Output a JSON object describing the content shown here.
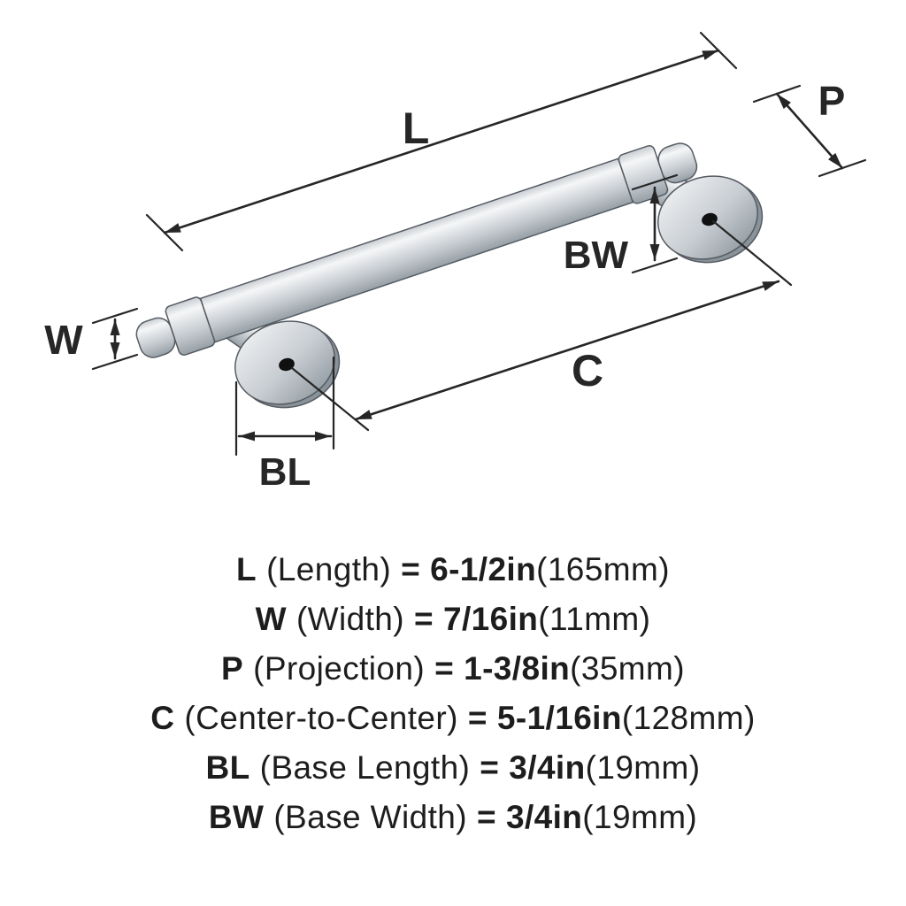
{
  "diagram": {
    "labels": {
      "length": "L",
      "width": "W",
      "projection": "P",
      "center": "C",
      "base_length": "BL",
      "base_width": "BW"
    },
    "colors": {
      "line": "#262626",
      "outline": "#555b61",
      "hole": "#101010",
      "metal_light": "#f5f6f7",
      "metal_mid": "#c9ced3",
      "metal_dark": "#97a0a7",
      "metal_shadow": "#8a929a"
    }
  },
  "specs": [
    {
      "abbr": "L",
      "name": "(Length)",
      "eq": "=",
      "value": "6-1/2in",
      "metric": "(165mm)"
    },
    {
      "abbr": "W",
      "name": "(Width)",
      "eq": "=",
      "value": "7/16in",
      "metric": "(11mm)"
    },
    {
      "abbr": "P",
      "name": "(Projection)",
      "eq": "=",
      "value": "1-3/8in",
      "metric": "(35mm)"
    },
    {
      "abbr": "C",
      "name": "(Center-to-Center)",
      "eq": "=",
      "value": "5-1/16in",
      "metric": "(128mm)"
    },
    {
      "abbr": "BL",
      "name": "(Base Length)",
      "eq": "=",
      "value": "3/4in",
      "metric": "(19mm)"
    },
    {
      "abbr": "BW",
      "name": "(Base Width)",
      "eq": "=",
      "value": "3/4in",
      "metric": "(19mm)"
    }
  ]
}
